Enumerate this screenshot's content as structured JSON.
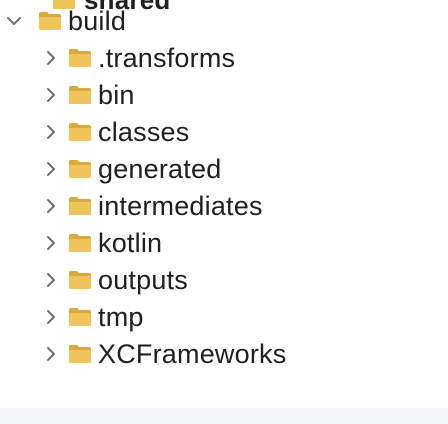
{
  "tree": {
    "partial_top": {
      "label": "shared"
    },
    "root": {
      "label": "build",
      "expanded": true
    },
    "children": [
      {
        "label": ".transforms"
      },
      {
        "label": "bin"
      },
      {
        "label": "classes"
      },
      {
        "label": "generated"
      },
      {
        "label": "intermediates"
      },
      {
        "label": "kotlin"
      },
      {
        "label": "outputs"
      },
      {
        "label": "tmp"
      },
      {
        "label": "XCFrameworks"
      }
    ]
  },
  "icons": {
    "folder": "folder-icon",
    "collapsed": "chevron-right-icon",
    "expanded": "chevron-down-icon"
  },
  "colors": {
    "folder_fill": "#f0c45a",
    "folder_tab": "#d9a93c",
    "chevron": "#6e6e6e",
    "text": "#1f1f1f"
  }
}
